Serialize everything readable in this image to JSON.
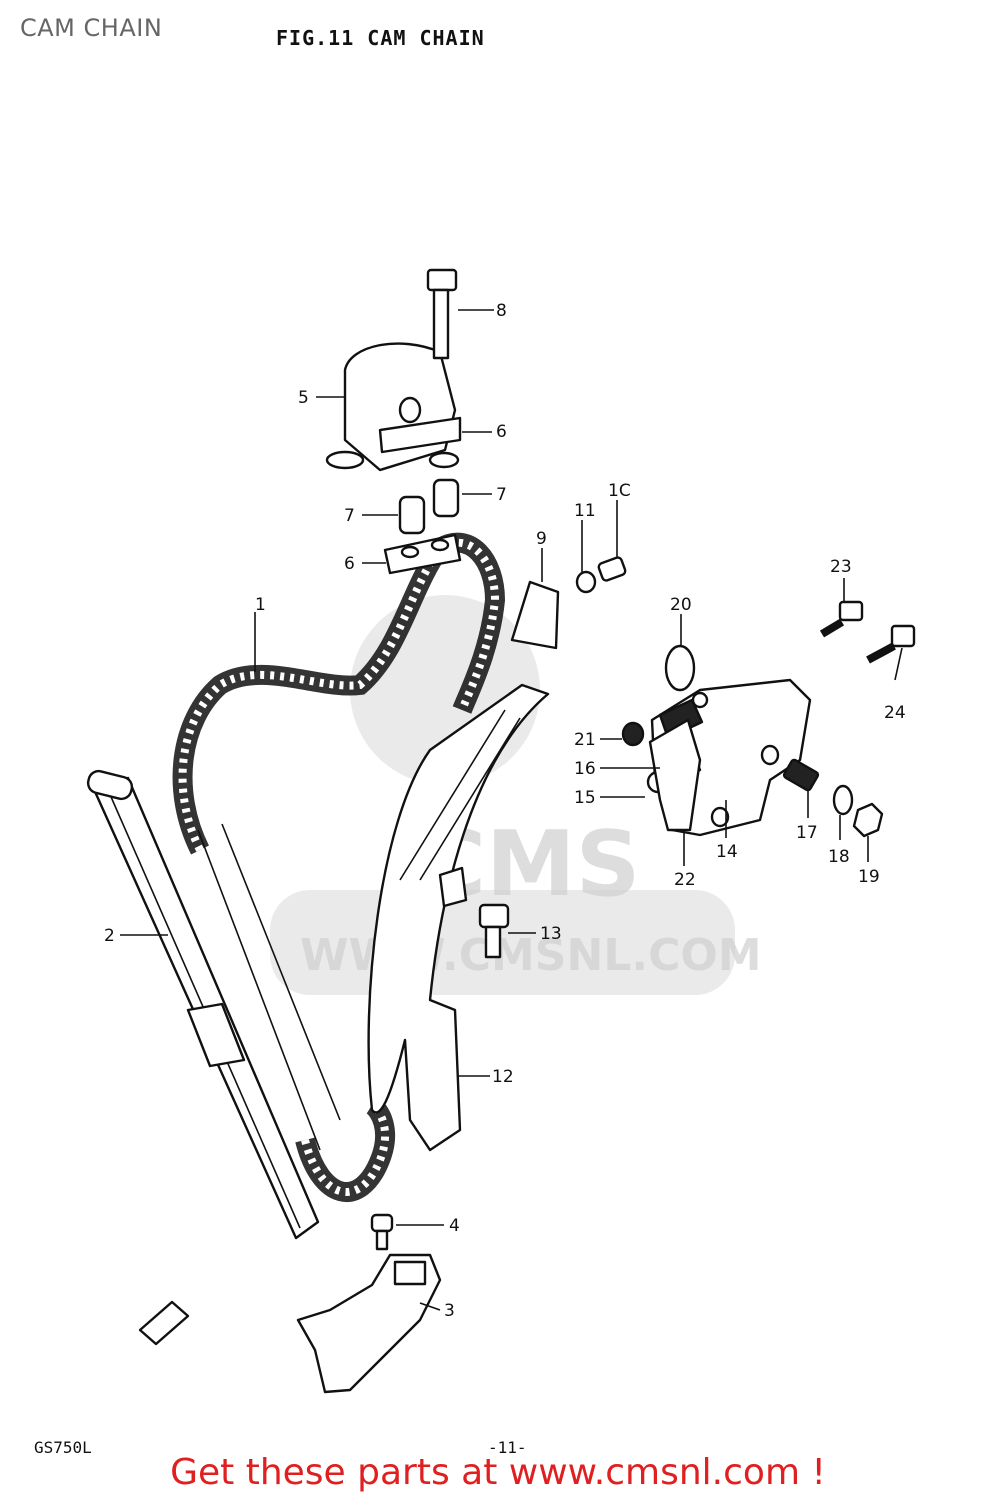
{
  "header": {
    "page_title": "CAM CHAIN",
    "figure_title": "FIG.11   CAM CHAIN"
  },
  "diagram": {
    "callouts": [
      "1",
      "2",
      "3",
      "4",
      "5",
      "6",
      "6",
      "7",
      "7",
      "8",
      "9",
      "1C",
      "11",
      "12",
      "13",
      "14",
      "15",
      "16",
      "17",
      "18",
      "19",
      "20",
      "21",
      "22",
      "23",
      "24"
    ]
  },
  "watermark": {
    "brand": "CMS",
    "url": "WWW.CMSNL.COM"
  },
  "footer": {
    "model_code": "GS750L",
    "page_number": "-11-",
    "call_to_action": "Get these parts at www.cmsnl.com !"
  },
  "colors": {
    "cta": "#e02020",
    "ink": "#111111",
    "watermark": "#d0d0d0"
  }
}
